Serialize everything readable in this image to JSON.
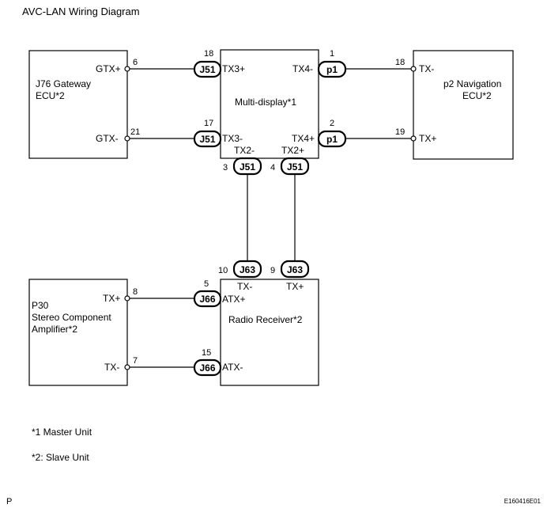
{
  "title": "AVC-LAN Wiring Diagram",
  "units": {
    "gateway": {
      "lines": [
        "J76 Gateway",
        "ECU*2"
      ]
    },
    "multidisplay": {
      "lines": [
        "Multi-display*1"
      ]
    },
    "navigation": {
      "lines": [
        "p2 Navigation",
        "ECU*2"
      ]
    },
    "amplifier": {
      "lines": [
        "P30",
        "Stereo Component",
        "Amplifier*2"
      ]
    },
    "radio": {
      "lines": [
        "Radio Receiver*2"
      ]
    }
  },
  "labels": {
    "gateway_gtxp": "GTX+",
    "gateway_gtxm": "GTX-",
    "gateway_pin6": "6",
    "gateway_pin21": "21",
    "md_tx3p": "TX3+",
    "md_tx3m": "TX3-",
    "md_tx2m": "TX2-",
    "md_tx2p": "TX2+",
    "md_tx4m": "TX4-",
    "md_tx4p": "TX4+",
    "md_pin18": "18",
    "md_pin17": "17",
    "md_pin1": "1",
    "md_pin2": "2",
    "md_pin3": "3",
    "md_pin4": "4",
    "nav_txm": "TX-",
    "nav_txp": "TX+",
    "nav_pin18": "18",
    "nav_pin19": "19",
    "amp_txp": "TX+",
    "amp_txm": "TX-",
    "amp_pin8": "8",
    "amp_pin7": "7",
    "rr_txm": "TX-",
    "rr_txp": "TX+",
    "rr_atxp": "ATX+",
    "rr_atxm": "ATX-",
    "rr_pin10": "10",
    "rr_pin9": "9",
    "rr_pin5": "5",
    "rr_pin15": "15"
  },
  "connectors": {
    "j51_a": "J51",
    "j51_b": "J51",
    "j51_c": "J51",
    "j51_d": "J51",
    "p1_a": "p1",
    "p1_b": "p1",
    "j63_a": "J63",
    "j63_b": "J63",
    "j66_a": "J66",
    "j66_b": "J66"
  },
  "notes": {
    "note1": "*1  Master Unit",
    "note2": "*2: Slave Unit"
  },
  "footer": {
    "left": "P",
    "right": "E160416E01"
  }
}
